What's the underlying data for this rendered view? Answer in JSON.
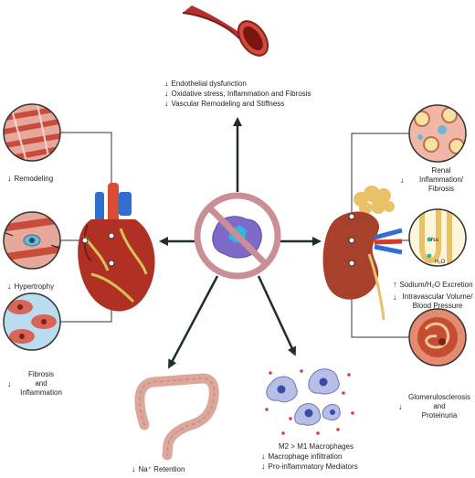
{
  "top": {
    "lines": [
      "Endothelial dysfunction",
      "Oxidative stress, Inflammation and Fibrosis",
      "Vascular Remodeling and Stiffness"
    ],
    "arrow": "↓"
  },
  "left": {
    "remodeling": "Remodeling",
    "hypertrophy": "Hypertrophy",
    "fibrosis": [
      "Fibrosis",
      "and",
      "Inflammation"
    ],
    "arrow": "↓"
  },
  "right": {
    "renal": [
      "Renal",
      "Inflammation/",
      "Fibrosis"
    ],
    "sodium": "Sodium/H₂O Excretion",
    "volume": [
      "Intravascular Volume/",
      "Blood Pressure"
    ],
    "glomerulo": [
      "Glomerulosclerosis",
      "and",
      "Proteinuria"
    ],
    "inset_na": "Na",
    "inset_h2o": "H₂O",
    "up_arrow": "↑",
    "down_arrow": "↓"
  },
  "bottom": {
    "na_retention": "Na⁺ Retention",
    "macro": [
      "M2 > M1 Macrophages",
      "Macrophage infiltration",
      "Pro-inflammatory Mediators"
    ],
    "arrow": "↓"
  },
  "colors": {
    "vessel": "#b5302c",
    "heart": "#b03024",
    "kidney": "#a8412b",
    "inhibit": "#c98f95",
    "drug": "#7d6ac9",
    "arrow": "#1e2e2a",
    "intestine": "#dba89b"
  },
  "icons": [
    "blood-vessel-icon",
    "heart-icon",
    "kidney-icon",
    "intestine-icon",
    "macrophage-icon",
    "inhibit-icon",
    "drug-molecule-icon"
  ]
}
